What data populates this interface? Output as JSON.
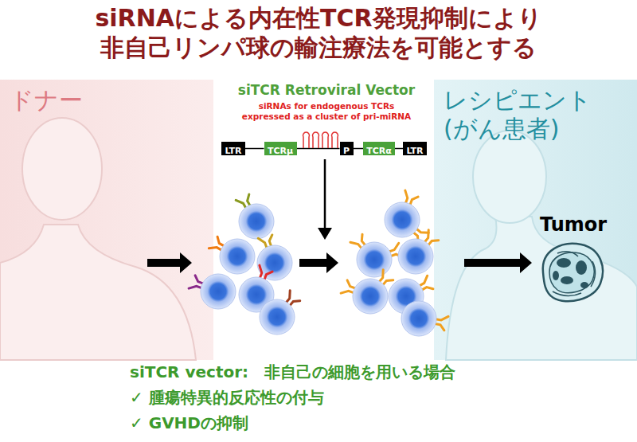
{
  "diagram": {
    "title": "siRNAによる内在性TCR発現抑制により 非自己リンパ球の輸注療法を可能とする",
    "nodes": [
      {
        "text": [
          "ドナー"
        ]
      },
      {
        "text": [
          "LTR"
        ]
      },
      {
        "text": [
          "TCRμ"
        ]
      },
      {
        "text": [
          "P"
        ]
      },
      {
        "text": [
          "TCRα"
        ]
      },
      {
        "text": [
          "LTR"
        ]
      },
      {
        "text": [
          "レシピエント (がん患者)"
        ]
      },
      {
        "text": [
          "Tumor"
        ],
        "in": 6
      }
    ],
    "edges": [
      {
        "from": 1,
        "to": 2,
        "arrow": "none"
      },
      {
        "from": 2,
        "to": 3,
        "arrow": "none"
      },
      {
        "from": 3,
        "to": 4,
        "arrow": "none"
      },
      {
        "from": 4,
        "to": 5,
        "arrow": "none"
      }
    ],
    "labels": [
      "siTCR Retroviral Vector",
      "siRNAs for endogenous TCRs expressed as a cluster of pri-miRNA",
      "siTCR vector:　非自己の細胞を用いる場合",
      "✓ 腫瘍特異的反応性の付与",
      "✓ GVHDの抑制"
    ]
  }
}
